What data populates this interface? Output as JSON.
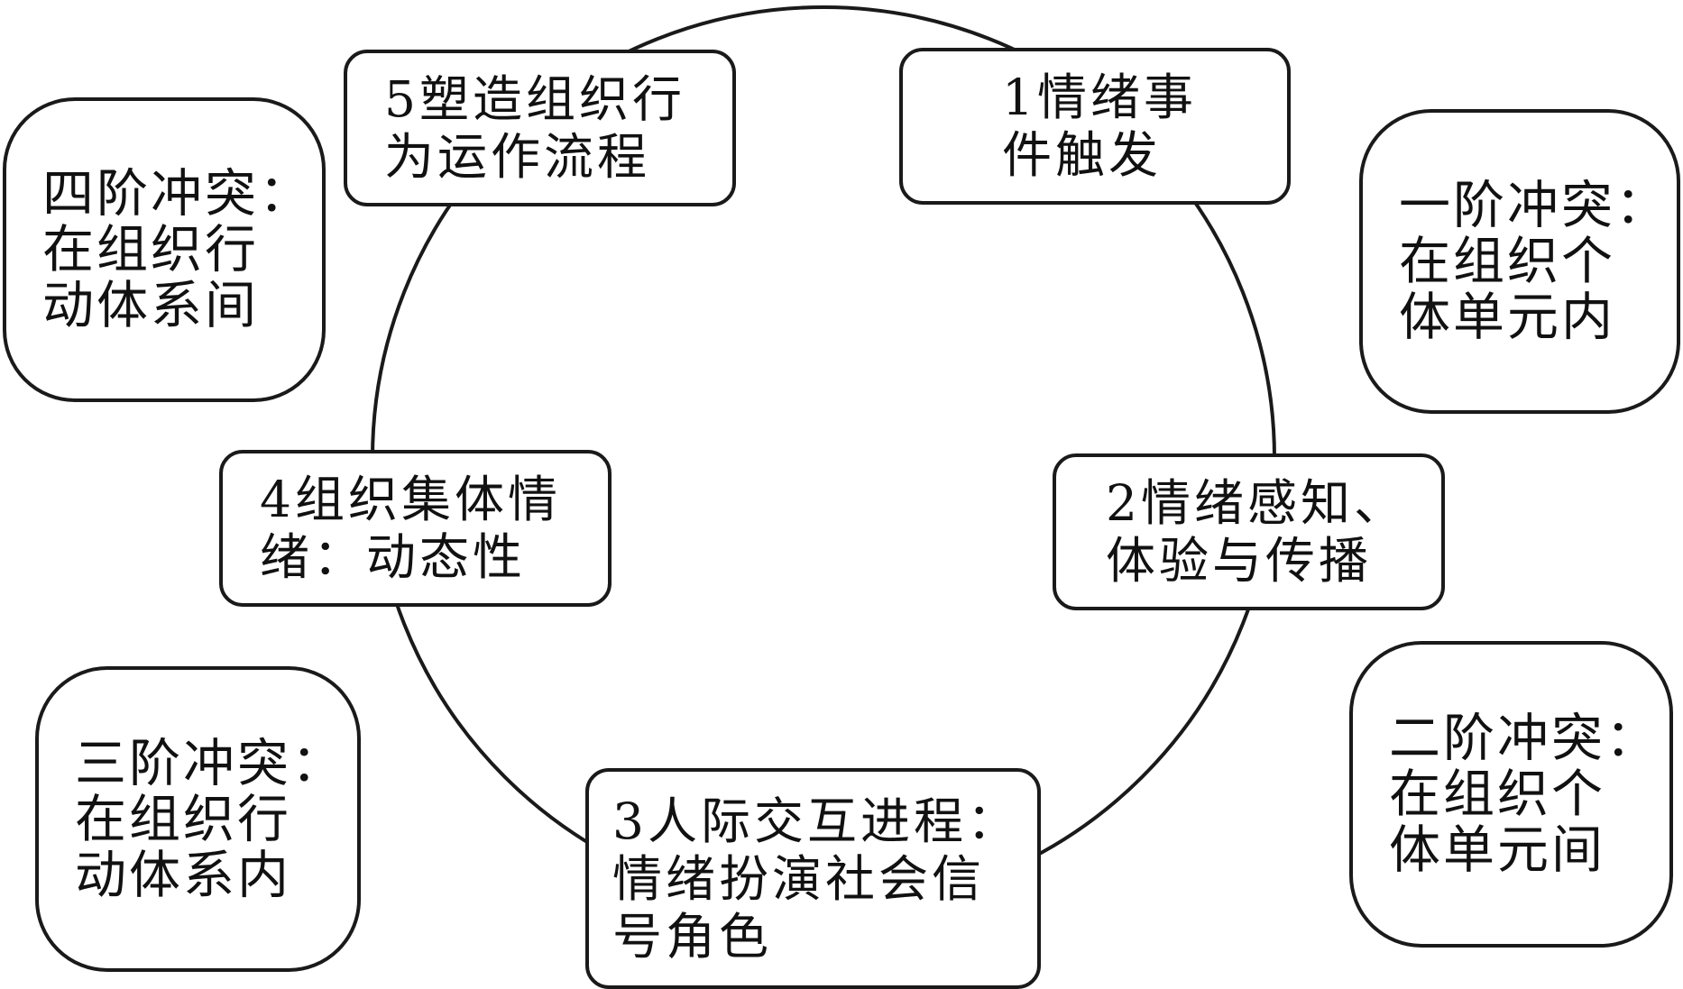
{
  "stages": [
    {
      "lines": [
        "1情绪事",
        "件触发"
      ]
    },
    {
      "lines": [
        "2情绪感知、",
        "体验与传播"
      ]
    },
    {
      "lines": [
        "3人际交互进程：",
        "情绪扮演社会信",
        "号角色"
      ]
    },
    {
      "lines": [
        "4组织集体情",
        "绪：动态性"
      ]
    },
    {
      "lines": [
        "5塑造组织行",
        "为运作流程"
      ]
    }
  ],
  "conflicts": [
    {
      "lines": [
        "一阶冲突：",
        "在组织个",
        "体单元内"
      ]
    },
    {
      "lines": [
        "二阶冲突：",
        "在组织个",
        "体单元间"
      ]
    },
    {
      "lines": [
        "三阶冲突：",
        "在组织行",
        "动体系内"
      ]
    },
    {
      "lines": [
        "四阶冲突：",
        "在组织行",
        "动体系间"
      ]
    }
  ],
  "colors": {
    "stroke": "#1a1a1a",
    "background": "#ffffff",
    "text": "#111111"
  }
}
